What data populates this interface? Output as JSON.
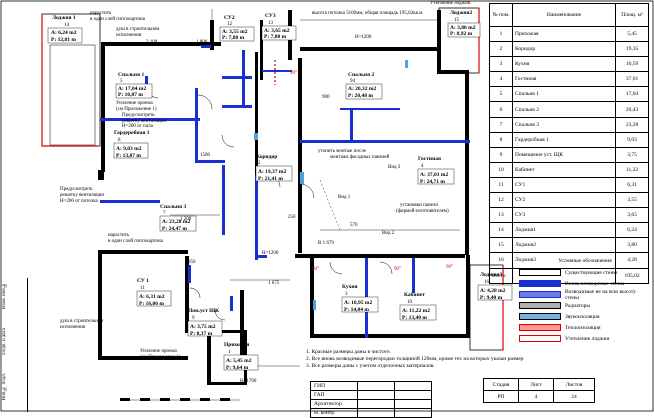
{
  "rooms": [
    {
      "id": "loggia1",
      "name": "Лоджия 1",
      "num": "14",
      "area": "A: 6,24 m2",
      "perim": "P: 12,81 m"
    },
    {
      "id": "su2",
      "name": "СУ2",
      "num": "12",
      "area": "A: 3,55 m2",
      "perim": "P: 7,80 m"
    },
    {
      "id": "su3",
      "name": "СУ3",
      "num": "13",
      "area": "A: 3,65 m2",
      "perim": "P: 7,80 m"
    },
    {
      "id": "loggia2",
      "name": "Лоджия2",
      "num": "15",
      "area": "A: 3,80 m2",
      "perim": "P: 8,92 m"
    },
    {
      "id": "bed1",
      "name": "Спальня 1",
      "num": "5",
      "area": "A: 17,04 m2",
      "perim": "P: 16,87 m"
    },
    {
      "id": "bed2",
      "name": "Спальня 2",
      "num": "94",
      "area": "A: 20,32 m2",
      "perim": "P: 20,48 m"
    },
    {
      "id": "wardrobe",
      "name": "Гардеробная 1",
      "num": "8",
      "area": "A: 9,03 m2",
      "perim": "P: 13,87 m"
    },
    {
      "id": "corridor",
      "name": "Коридор",
      "num": "2",
      "area": "A: 19,37 m2",
      "perim": "P: 21,41 m"
    },
    {
      "id": "living",
      "name": "Гостиная",
      "num": "4",
      "area": "A: 37,01 m2",
      "perim": "P: 24,71 m"
    },
    {
      "id": "bed3",
      "name": "Спальня 3",
      "num": "7",
      "area": "A: 23,28 m2",
      "perim": "P: 24,47 m"
    },
    {
      "id": "su1",
      "name": "СУ 1",
      "num": "11",
      "area": "A: 6,31 m2",
      "perim": "P: 16,06 m"
    },
    {
      "id": "shk",
      "name": "Пом.уст ШК",
      "num": "9",
      "area": "A: 3,75 m2",
      "perim": "P: 8,37 m"
    },
    {
      "id": "hall",
      "name": "Прихожая",
      "num": "1",
      "area": "A: 5,45 m2",
      "perim": "P: 9,64 m"
    },
    {
      "id": "kitchen",
      "name": "Кухня",
      "num": "3",
      "area": "A: 10,95 m2",
      "perim": "P: 14,04 m"
    },
    {
      "id": "cabinet",
      "name": "Кабинет",
      "num": "10",
      "area": "A: 11,22 m2",
      "perim": "P: 13,40 m"
    },
    {
      "id": "loggia3",
      "name": "Лоджия3",
      "num": "16",
      "area": "A: 4,28 m2",
      "perim": "P: 9,40 m"
    }
  ],
  "notes_plan": {
    "ceiling": "высота потолка 3100мм, общая площадь  195,02кв.м",
    "loggia_warm": "Утепление лоджии",
    "plaster1": "нарастить",
    "plaster2": "в один слой гипсокартона",
    "ducts1": "душ в строительном",
    "ducts2": "исполнении",
    "strengthen1": "Усиление проема",
    "strengthen2": "(см Приложение 1)",
    "vent1": "Предусмотреть",
    "vent2": "решетку вентиляции",
    "vent3": "H=200 от пола",
    "vent4": "H=200 от потолка",
    "built_in1": "утопить монтаж после",
    "built_in2": "монтажа фасадных панелей",
    "view3": "Вид 3",
    "view1": "Вид 1",
    "view2": "Вид 2",
    "install1": "установки панели",
    "install2": "(фирмой-изготовителем)",
    "h1200a": "H=1200",
    "h1200b": "H=1200",
    "h1700": "H=1700",
    "r1679": "R 1 679",
    "dim2100": "2 100",
    "dim1800": "1 800",
    "dim900": "900",
    "dim1500": "1500",
    "dim1200": "1 200",
    "dim1675": "1 675",
    "dim570": "570",
    "dim250": "250",
    "dim950": "950",
    "ang90": "90°"
  },
  "table": {
    "headers": [
      "№ пом.",
      "Наименование",
      "Площ. м²"
    ],
    "rows": [
      [
        "1",
        "Прихожая",
        "5,45"
      ],
      [
        "2",
        "Коридор",
        "19,35"
      ],
      [
        "3",
        "Кухня",
        "10,59"
      ],
      [
        "4",
        "Гостиная",
        "37,01"
      ],
      [
        "5",
        "Спальня 1",
        "17,04"
      ],
      [
        "6",
        "Спальня 2",
        "20,43"
      ],
      [
        "7",
        "Спальня 3",
        "23,28"
      ],
      [
        "8",
        "Гардеробная 1",
        "9,03"
      ],
      [
        "9",
        "Помещение уст. ЩК",
        "3,75"
      ],
      [
        "10",
        "Кабинет",
        "11,22"
      ],
      [
        "11",
        "СУ1",
        "6,31"
      ],
      [
        "12",
        "СУ2",
        "3,55"
      ],
      [
        "13",
        "СУ3",
        "3,65"
      ],
      [
        "14",
        "Лоджия1",
        "6,24"
      ],
      [
        "15",
        "Лоджия2",
        "3,80"
      ],
      [
        "16",
        "Лоджия3",
        "4,28"
      ]
    ],
    "total_label": "Всего",
    "total_value": "195,02"
  },
  "legend": {
    "title": "Условные обозначения",
    "items": [
      {
        "label": "Существующие стены",
        "color": "#ffffff",
        "border": "#000"
      },
      {
        "label": "Вновь возводимые стены",
        "color": "#1a2fd1",
        "border": "#1a2fd1"
      },
      {
        "label": "Возводимые не на всю высоту стены",
        "color": "#6a7ee8",
        "border": "#1a2fd1"
      },
      {
        "label": "Радиаторы",
        "color": "#b0b0b0",
        "border": "#000"
      },
      {
        "label": "Звукоизоляция",
        "color": "#7ab0e8",
        "border": "#000"
      },
      {
        "label": "Теплоизоляция",
        "color": "#ff9a9a",
        "border": "#d00"
      },
      {
        "label": "Утепление лоджии",
        "color": "#ffffff",
        "border": "#d00"
      }
    ]
  },
  "notes_bottom": [
    "1. Красные размеры даны в чистоте.",
    "2. Все вновь возводимые перегородки толщиной 120мм, кроме тех на которых указан размер",
    "3. Все размеры даны с учетом отделочных материалов."
  ],
  "title_block": [
    "ГИП",
    "ГАП",
    "Архитектор",
    "Н. контр."
  ],
  "stamp": {
    "headers": [
      "Стадия",
      "Лист",
      "Листов"
    ],
    "values": [
      "РП",
      "4",
      "24"
    ]
  },
  "side": [
    "Взам. инв.№",
    "Подп. и дата",
    "Инв.№ подл."
  ],
  "colors": {
    "wall_new": "#1a2fd1",
    "wall_existing": "#000000",
    "insulation": "#d00000",
    "radiator": "#4aa3df"
  }
}
